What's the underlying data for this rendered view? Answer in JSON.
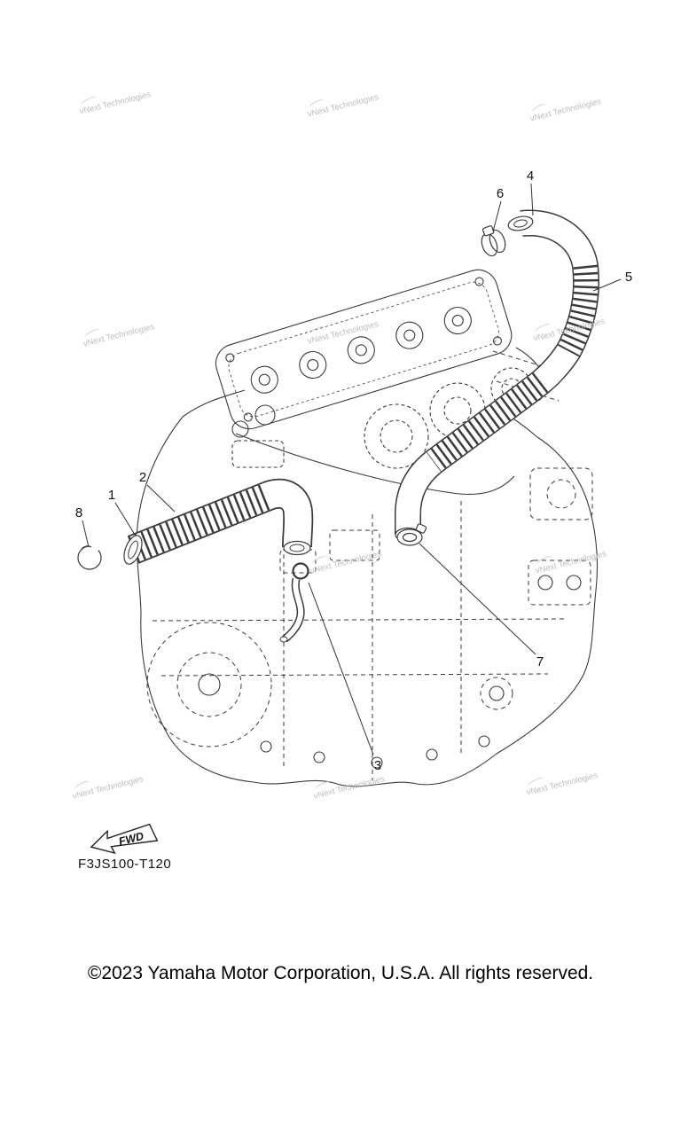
{
  "watermark": {
    "text": "vNext Technologies"
  },
  "callouts": {
    "c1": "1",
    "c2": "2",
    "c3": "3",
    "c4": "4",
    "c5": "5",
    "c6": "6",
    "c7": "7",
    "c8": "8"
  },
  "diagram": {
    "fwd_label": "FWD",
    "part_code": "F3JS100-T120"
  },
  "footer": {
    "copyright": "©2023 Yamaha Motor Corporation, U.S.A. All rights reserved."
  },
  "colors": {
    "line": "#3a3a3a",
    "watermark": "#bdbdbd",
    "text": "#000000"
  }
}
